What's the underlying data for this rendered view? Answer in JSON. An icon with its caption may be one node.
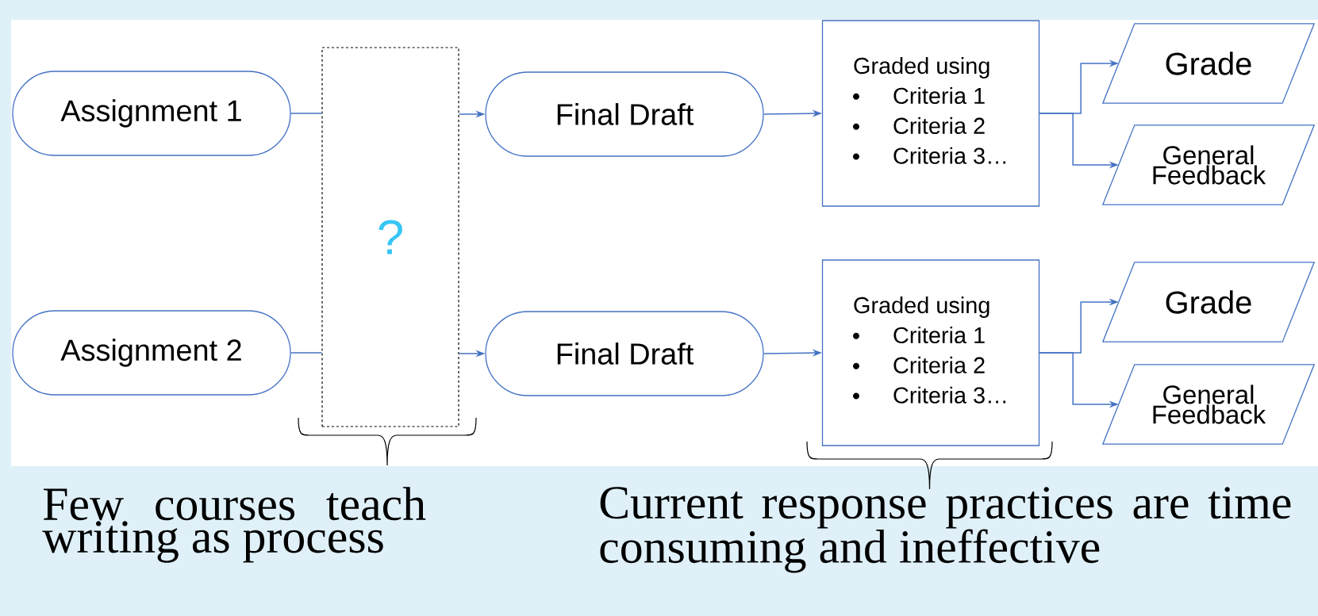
{
  "diagram": {
    "nodes": [
      {
        "text": [
          "Assignment 1"
        ]
      },
      {
        "text": [
          "?"
        ]
      },
      {
        "text": [
          "Final Draft"
        ]
      },
      {
        "text": [
          "Graded using",
          "Criteria 1",
          "Criteria 2",
          "Criteria 3…"
        ]
      },
      {
        "text": [
          "Grade"
        ]
      },
      {
        "text": [
          "General Feedback"
        ]
      },
      {
        "text": [
          "Assignment 2"
        ]
      },
      {
        "text": [
          "Final Draft"
        ]
      },
      {
        "text": [
          "Graded using",
          "Criteria 1",
          "Criteria 2",
          "Criteria 3…"
        ]
      },
      {
        "text": [
          "Grade"
        ]
      },
      {
        "text": [
          "General Feedback"
        ]
      }
    ],
    "edges": [
      {
        "from": 0,
        "to": 1,
        "arrow": "none"
      },
      {
        "from": 1,
        "to": 2,
        "arrow": "to"
      },
      {
        "from": 2,
        "to": 3,
        "arrow": "to"
      },
      {
        "from": 3,
        "to": 4,
        "arrow": "to"
      },
      {
        "from": 3,
        "to": 5,
        "arrow": "to"
      },
      {
        "from": 6,
        "to": 1,
        "arrow": "none"
      },
      {
        "from": 1,
        "to": 7,
        "arrow": "to"
      },
      {
        "from": 7,
        "to": 8,
        "arrow": "to"
      },
      {
        "from": 8,
        "to": 9,
        "arrow": "to"
      },
      {
        "from": 8,
        "to": 10,
        "arrow": "to"
      }
    ],
    "labels": [
      "Few courses teach writing as process",
      "Current response practices are time consuming and ineffective"
    ]
  }
}
